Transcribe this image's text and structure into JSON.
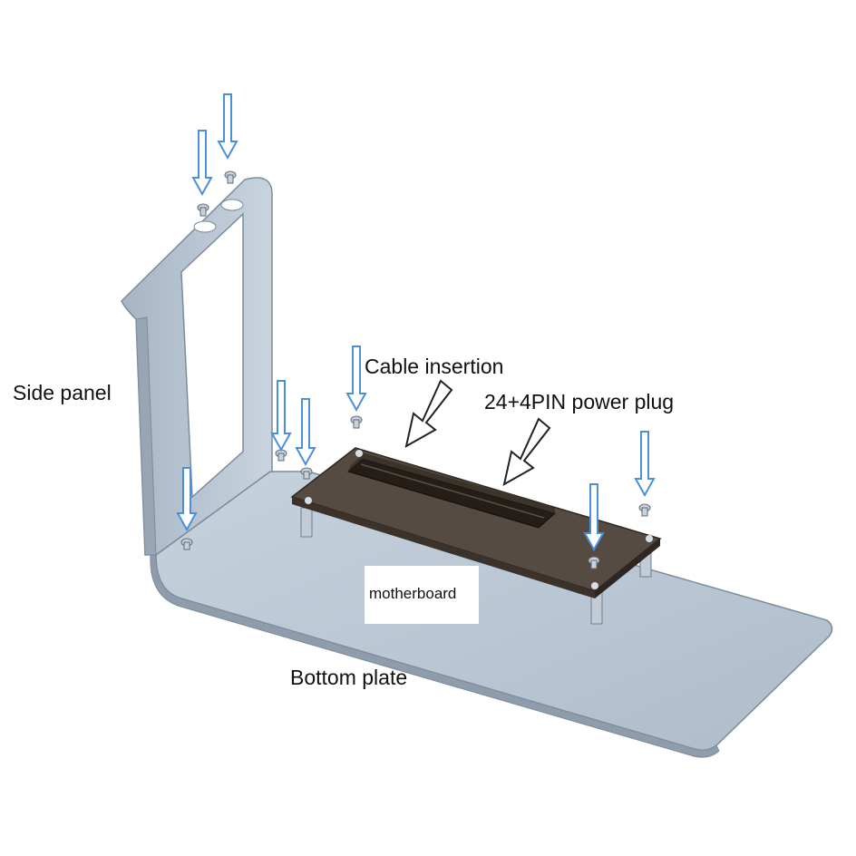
{
  "labels": {
    "side_panel": "Side panel",
    "cable_insertion": "Cable insertion",
    "power_plug": "24+4PIN power plug",
    "motherboard": "motherboard",
    "bottom_plate": "Bottom plate"
  },
  "colors": {
    "metal": "#b9c6d3",
    "metal_dark": "#8e9cab",
    "board": "#4e443c",
    "slot": "#241d18",
    "screw_arrow": "#4a90d9",
    "callout_arrow": "#222222"
  },
  "parts": [
    {
      "name": "side-panel",
      "label_key": "side_panel"
    },
    {
      "name": "bottom-plate",
      "label_key": "bottom_plate"
    },
    {
      "name": "riser-board",
      "label_key": "motherboard"
    }
  ]
}
